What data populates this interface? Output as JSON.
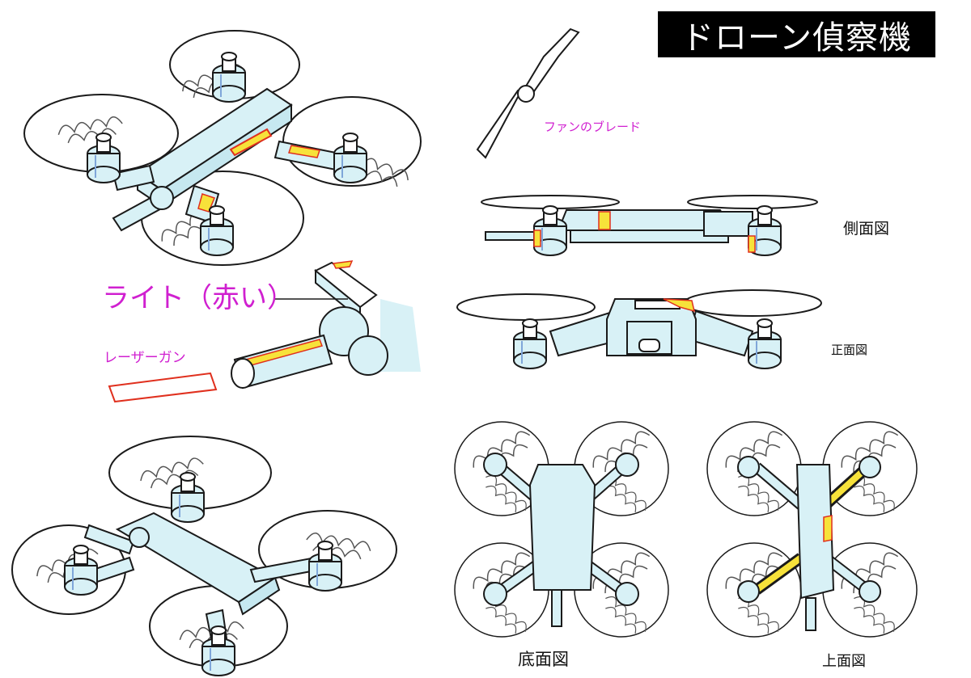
{
  "title": "ドローン偵察機",
  "labels": {
    "fan_blade": "ファンのブレード",
    "light": "ライト（赤い）",
    "laser_gun": "レーザーガン",
    "side_view": "側面図",
    "front_view": "正面図",
    "bottom_view": "底面図",
    "top_view": "上面図"
  },
  "colors": {
    "body_fill": "#d8f1f6",
    "line": "#1a1a1a",
    "highlight_yellow": "#f7e23a",
    "highlight_red": "#e0301e",
    "annotation_magenta": "#d020d0",
    "shading_blue": "#7fa6d9"
  }
}
